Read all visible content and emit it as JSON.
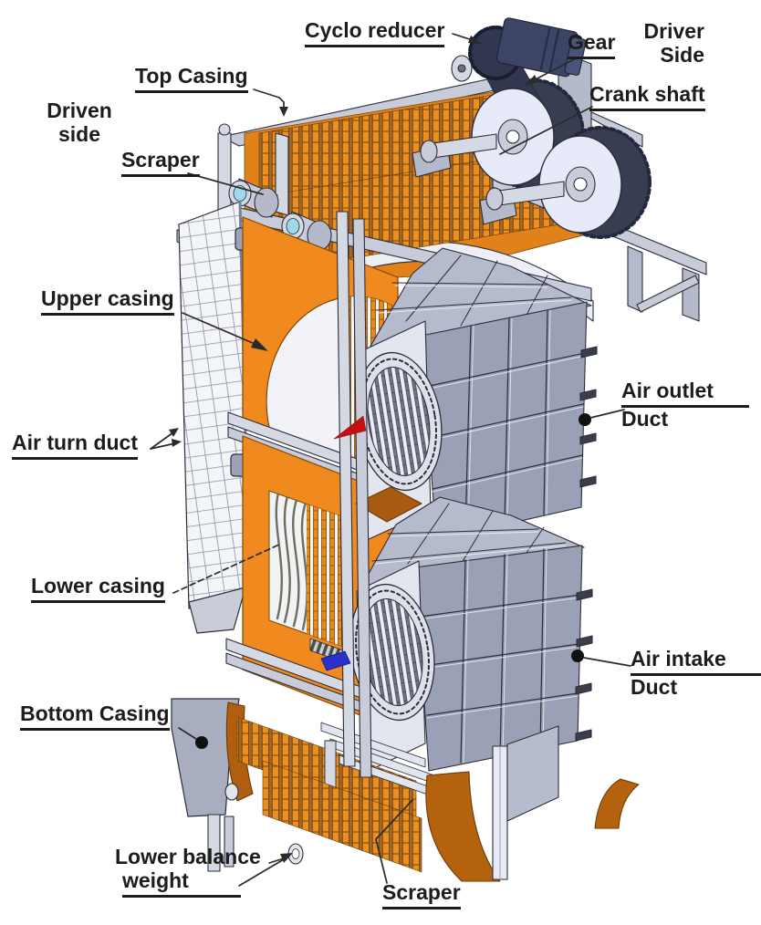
{
  "labels": {
    "cyclo_reducer": "Cyclo reducer",
    "gear": "Gear",
    "driver_side": {
      "line1": "Driver",
      "line2": "Side"
    },
    "crank_shaft": "Crank shaft",
    "top_casing": "Top Casing",
    "driven_side": {
      "line1": "Driven",
      "line2": "side"
    },
    "scraper_top": "Scraper",
    "upper_casing": "Upper casing",
    "air_outlet_duct": {
      "line1": "Air outlet",
      "line2": "Duct"
    },
    "air_turn_duct": "Air turn duct",
    "lower_casing": "Lower casing",
    "air_intake_duct": {
      "line1": "Air intake",
      "line2": "Duct"
    },
    "bottom_casing": "Bottom Casing",
    "lower_balance_weight": {
      "line1": "Lower balance",
      "line2": "weight"
    },
    "scraper_bottom": "Scraper"
  },
  "colors": {
    "casing_orange": "#F08A1E",
    "casing_orange_dark": "#B5620F",
    "fin_orange": "#ED8F1E",
    "steel_light": "#D5D9E4",
    "steel_mid": "#C0C5D4",
    "duct_gray": "#9AA0B6",
    "duct_top_gray": "#B5BACC",
    "disc_lavender": "#E7EBF9",
    "motor_navy": "#3D4566",
    "marker_red": "#C41010",
    "marker_blue": "#2A30C8",
    "scraper_cap_blue": "#9FD8EF",
    "label_text": "#1C1C1C",
    "outline": "#2B2E39"
  }
}
